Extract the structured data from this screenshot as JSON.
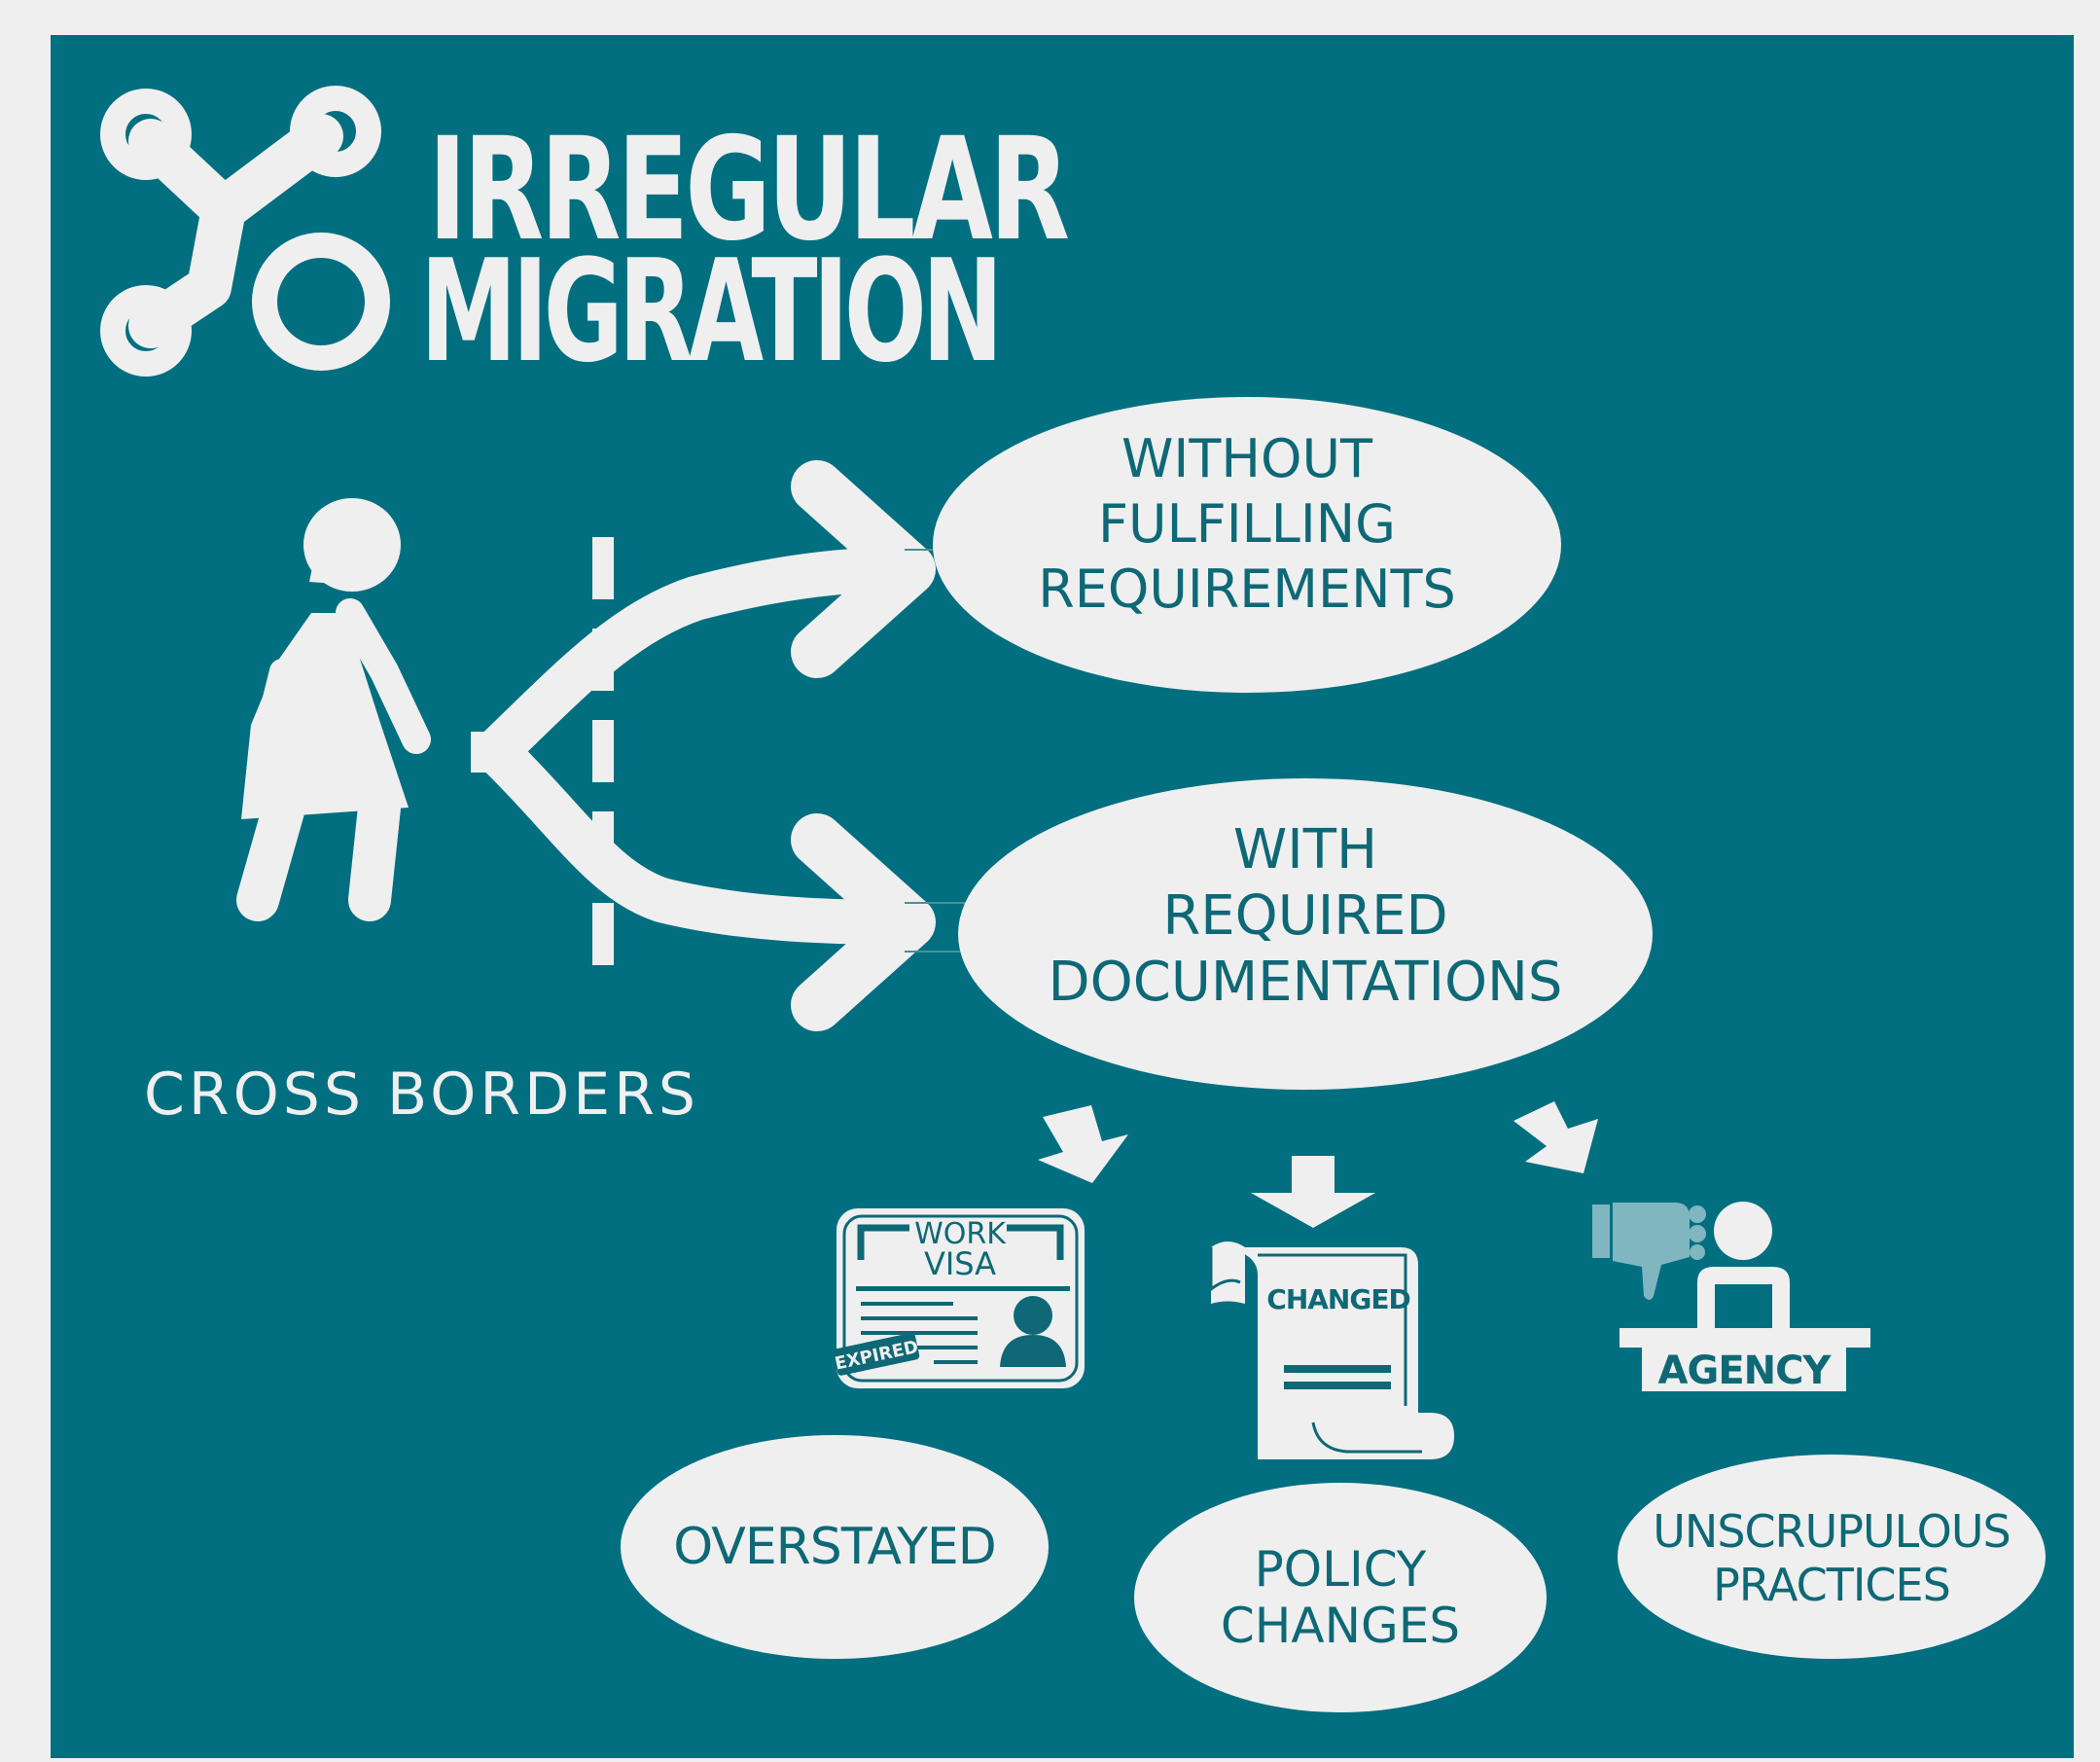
{
  "colors": {
    "panel": "#016f80",
    "light": "#efefef",
    "ink": "#0e6876",
    "thumb_down": "#7fb6c0"
  },
  "title": {
    "line1": "IRREGULAR",
    "line2": "MIGRATION"
  },
  "cross_borders_label": "CROSS BORDERS",
  "routes": {
    "without": {
      "lines": [
        "WITHOUT",
        "FULFILLING",
        "REQUIREMENTS"
      ]
    },
    "with": {
      "lines": [
        "WITH",
        "REQUIRED",
        "DOCUMENTATIONS"
      ]
    }
  },
  "causes": {
    "overstayed": {
      "label": "OVERSTAYED",
      "icon": "work-visa-card-icon",
      "card_title": [
        "WORK",
        "VISA"
      ],
      "stamp": "EXPIRED"
    },
    "policy": {
      "lines": [
        "POLICY",
        "CHANGES"
      ],
      "icon": "changed-scroll-icon",
      "scroll_text": "CHANGED"
    },
    "unscrupulous": {
      "lines": [
        "UNSCRUPULOUS",
        "PRACTICES"
      ],
      "icon": "agency-desk-icon",
      "desk_text": "AGENCY"
    }
  },
  "icons": [
    "network-logo-icon",
    "walking-woman-icon",
    "border-line-icon",
    "split-arrow-icon",
    "down-arrow-icon",
    "thumbs-down-icon",
    "person-icon"
  ]
}
